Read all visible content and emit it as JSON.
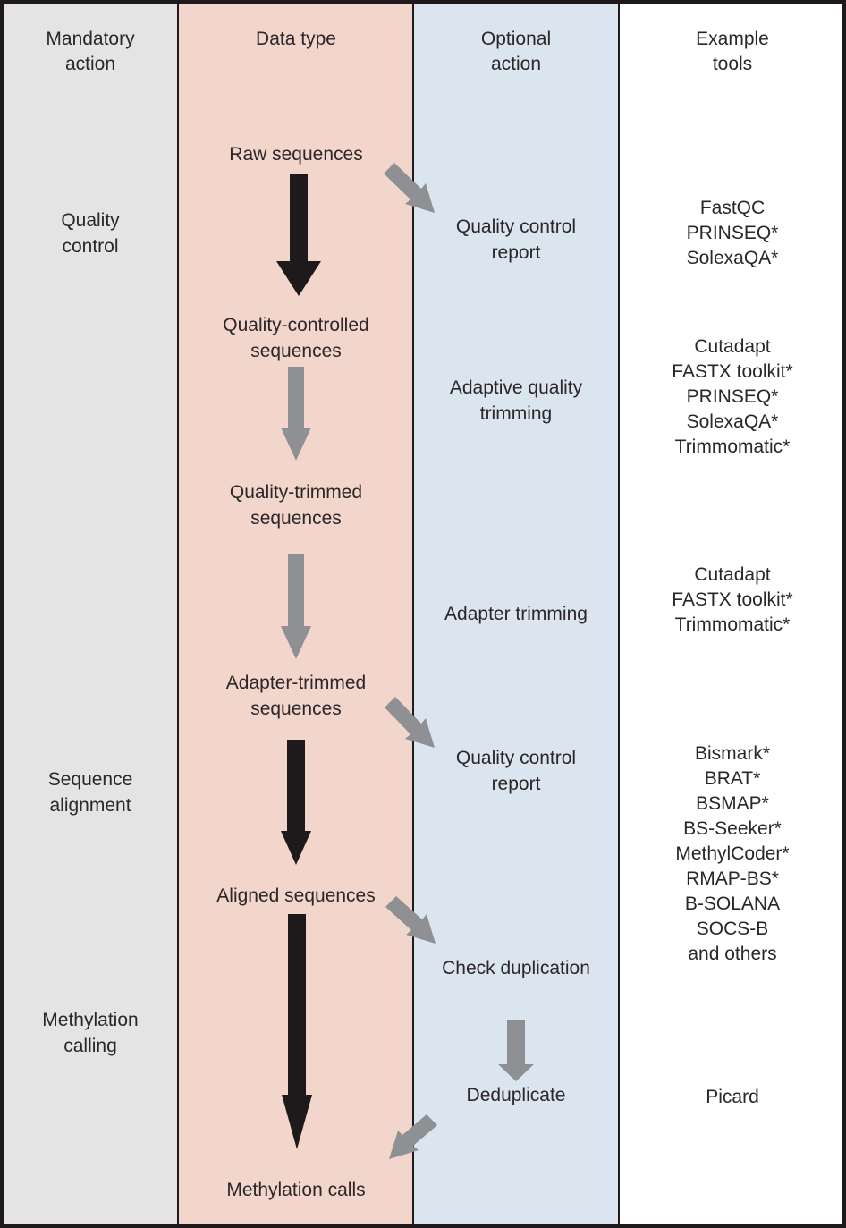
{
  "headers": [
    "Mandatory action",
    "Data type",
    "Optional action",
    "Example tools"
  ],
  "mandatory_actions": [
    "Quality control",
    "Sequence alignment",
    "Methylation calling"
  ],
  "data_types": [
    "Raw sequences",
    "Quality-controlled sequences",
    "Quality-trimmed sequences",
    "Adapter-trimmed sequences",
    "Aligned sequences",
    "Methylation calls"
  ],
  "optional_actions": [
    "Quality control report",
    "Adaptive quality trimming",
    "Adapter trimming",
    "Quality control report",
    "Check duplication",
    "Deduplicate"
  ],
  "tool_groups": [
    [
      "FastQC",
      "PRINSEQ*",
      "SolexaQA*"
    ],
    [
      "Cutadapt",
      "FASTX toolkit*",
      "PRINSEQ*",
      "SolexaQA*",
      "Trimmomatic*"
    ],
    [
      "Cutadapt",
      "FASTX toolkit*",
      "Trimmomatic*"
    ],
    [
      "Bismark*",
      "BRAT*",
      "BSMAP*",
      "BS-Seeker*",
      "MethylCoder*",
      "RMAP-BS*",
      "B-SOLANA",
      "SOCS-B",
      "and others"
    ],
    [
      "Picard"
    ]
  ],
  "colors": {
    "mandatory_column_bg": "#e4e4e5",
    "data_type_column_bg": "#f3d6cb",
    "optional_column_bg": "#dbe5f0",
    "tools_column_bg": "#ffffff",
    "border": "#1e1a1b",
    "text": "#2b2627",
    "arrow_black": "#1e1a1b",
    "arrow_gray": "#8f9093"
  }
}
